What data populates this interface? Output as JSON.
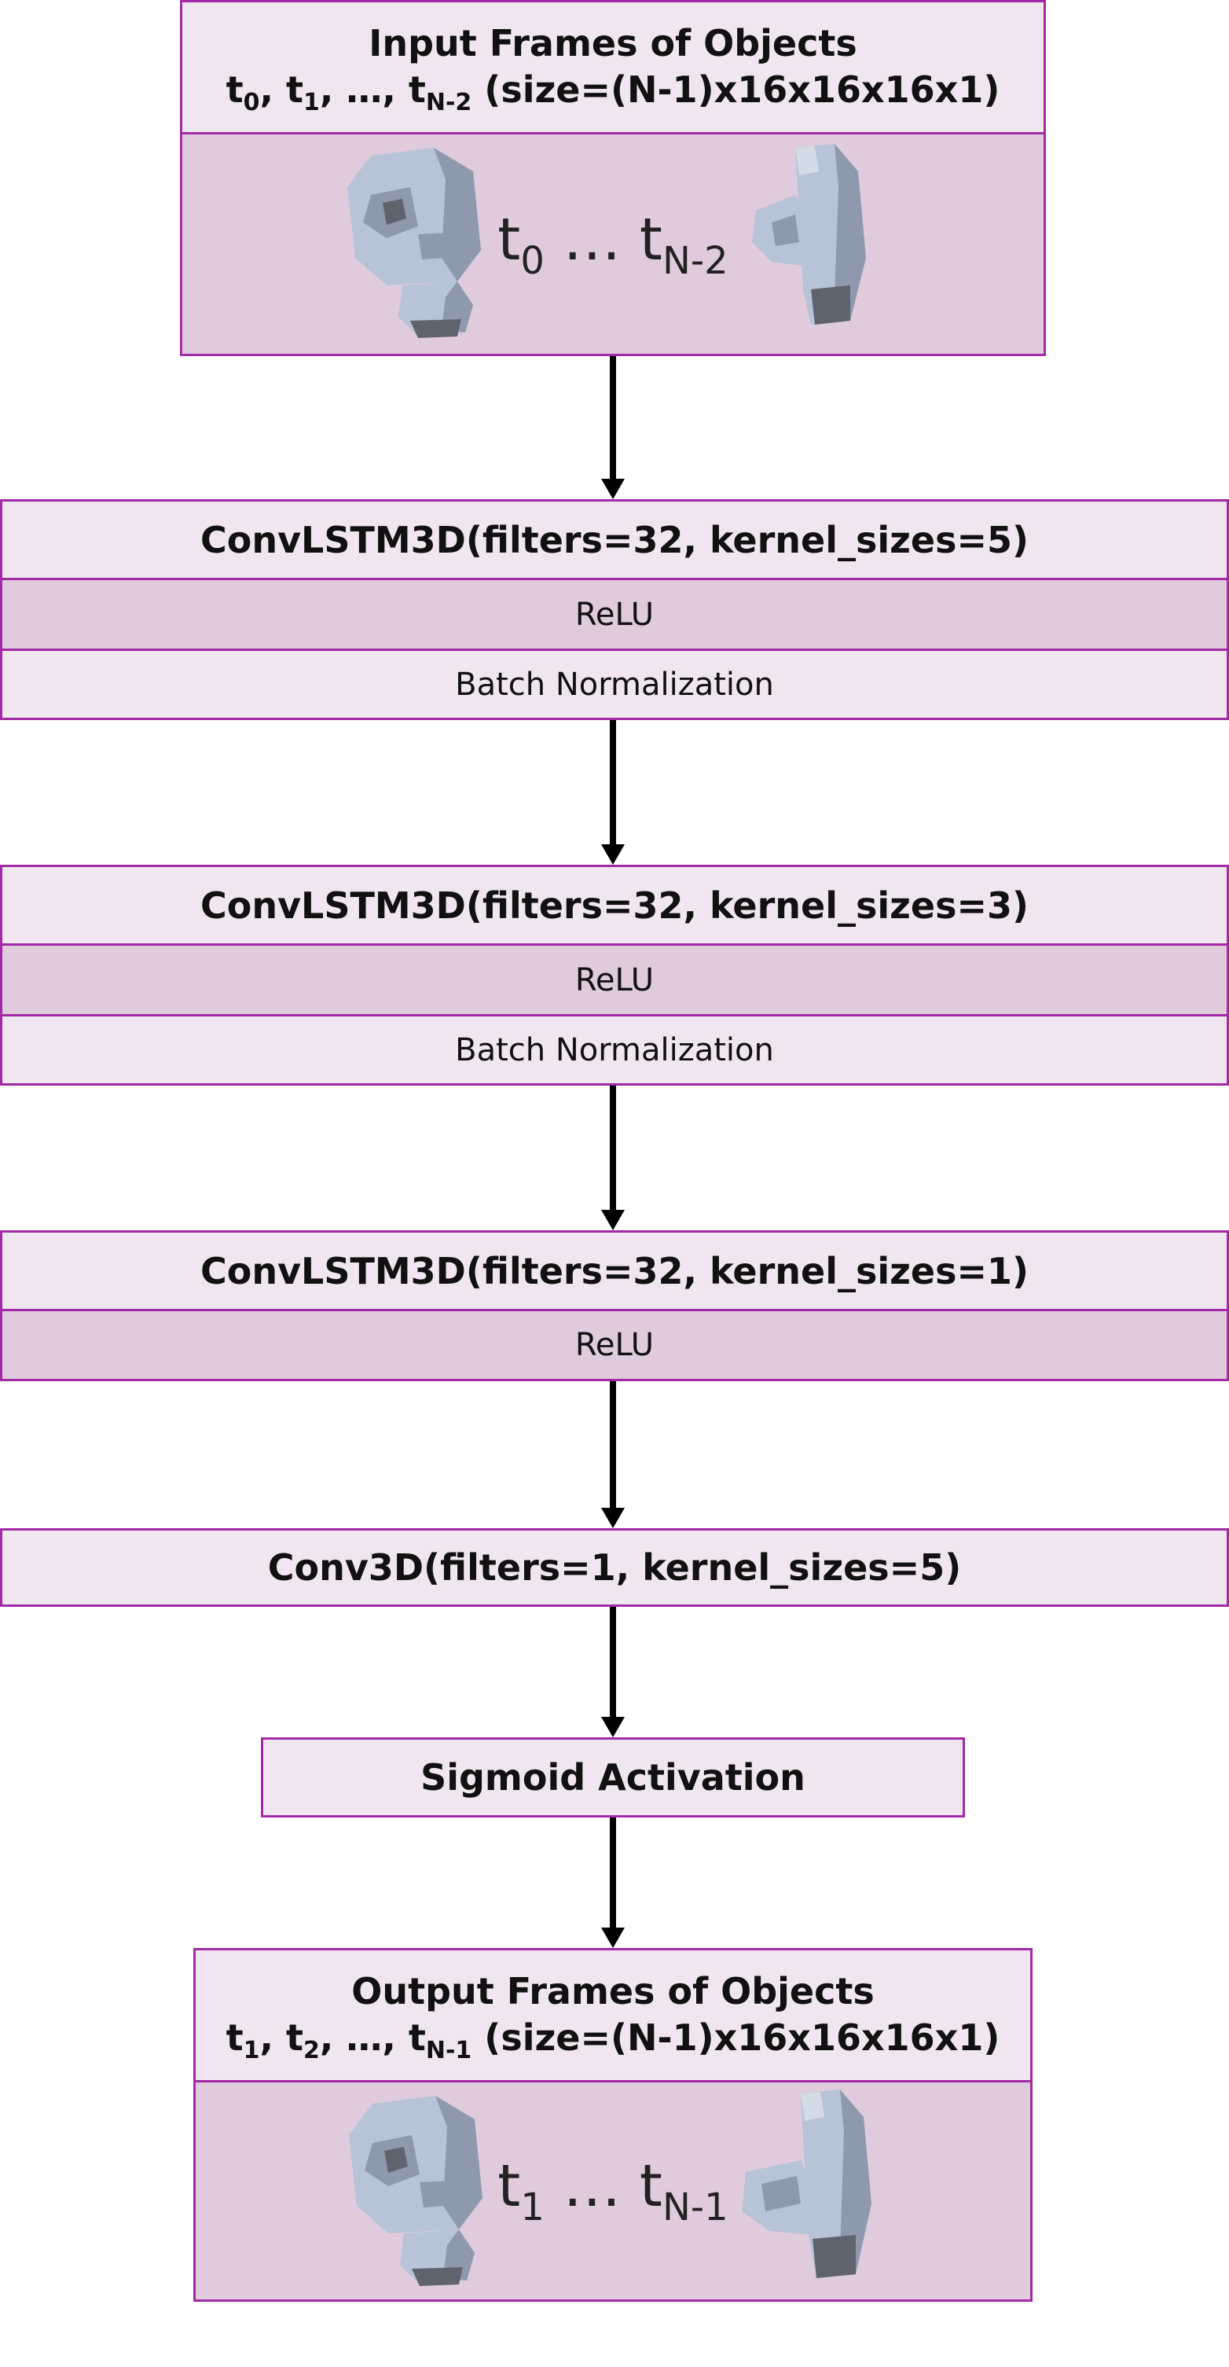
{
  "colors": {
    "border": "#a22aa6",
    "light_fill": "#f0e6ef",
    "dark_fill": "#e0cbdd",
    "voxel_light": "#b7c3d6",
    "voxel_mid": "#8e99ad",
    "voxel_dark": "#5f636e"
  },
  "input": {
    "title": "Input Frames of Objects",
    "subtitle": {
      "t0": "t",
      "s0": "0",
      "t1": "t",
      "s1": "1",
      "ellipsis": "…",
      "tn": "t",
      "sn": "N-2",
      "size": "(size=(N-1)x16x16x16x1)"
    },
    "range": {
      "t_start": "t",
      "s_start": "0",
      "dots": "…",
      "t_end": "t",
      "s_end": "N-2"
    }
  },
  "layers": [
    {
      "title": "ConvLSTM3D(filters=32, kernel_sizes=5)",
      "relu": "ReLU",
      "bn": "Batch Normalization"
    },
    {
      "title": "ConvLSTM3D(filters=32, kernel_sizes=3)",
      "relu": "ReLU",
      "bn": "Batch Normalization"
    },
    {
      "title": "ConvLSTM3D(filters=32, kernel_sizes=1)",
      "relu": "ReLU"
    }
  ],
  "conv3d": {
    "title": "Conv3D(filters=1, kernel_sizes=5)"
  },
  "sigmoid": {
    "title": "Sigmoid Activation"
  },
  "output": {
    "title": "Output Frames of Objects",
    "subtitle": {
      "t0": "t",
      "s0": "1",
      "t1": "t",
      "s1": "2",
      "ellipsis": "…",
      "tn": "t",
      "sn": "N-1",
      "size": "(size=(N-1)x16x16x16x1)"
    },
    "range": {
      "t_start": "t",
      "s_start": "1",
      "dots": "…",
      "t_end": "t",
      "s_end": "N-1"
    }
  },
  "icons": [
    "voxel-head-icon",
    "voxel-hand-icon"
  ]
}
